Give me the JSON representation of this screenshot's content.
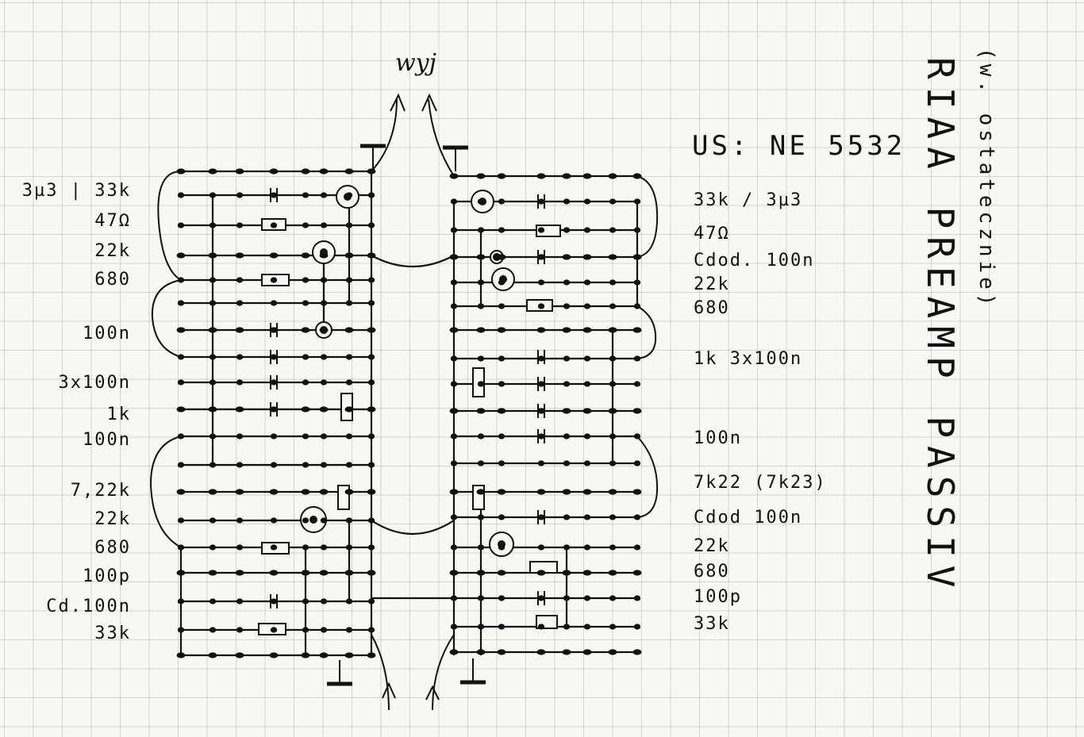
{
  "title": "RIAA PREAMP PASSIV",
  "subtitle": "(w. ostatecznie)",
  "ic_label": "US: NE 5532",
  "output_label": "wyj",
  "left_labels": [
    {
      "text": "3µ3 | 33k"
    },
    {
      "text": "47Ω"
    },
    {
      "text": "22k"
    },
    {
      "text": "680"
    },
    {
      "text": "100n"
    },
    {
      "text": "3x100n"
    },
    {
      "text": "1k"
    },
    {
      "text": "100n"
    },
    {
      "text": "7,22k"
    },
    {
      "text": "22k"
    },
    {
      "text": "680"
    },
    {
      "text": "100p"
    },
    {
      "text": "Cd.100n"
    },
    {
      "text": "33k"
    }
  ],
  "right_labels": [
    {
      "text": "33k / 3µ3"
    },
    {
      "text": "47Ω"
    },
    {
      "text": "Cdod. 100n"
    },
    {
      "text": "22k"
    },
    {
      "text": "680"
    },
    {
      "text": "1k 3x100n"
    },
    {
      "text": "100n"
    },
    {
      "text": "7k22 (7k23)"
    },
    {
      "text": "Cdod 100n"
    },
    {
      "text": "22k"
    },
    {
      "text": "680"
    },
    {
      "text": "100p"
    },
    {
      "text": "33k"
    }
  ]
}
